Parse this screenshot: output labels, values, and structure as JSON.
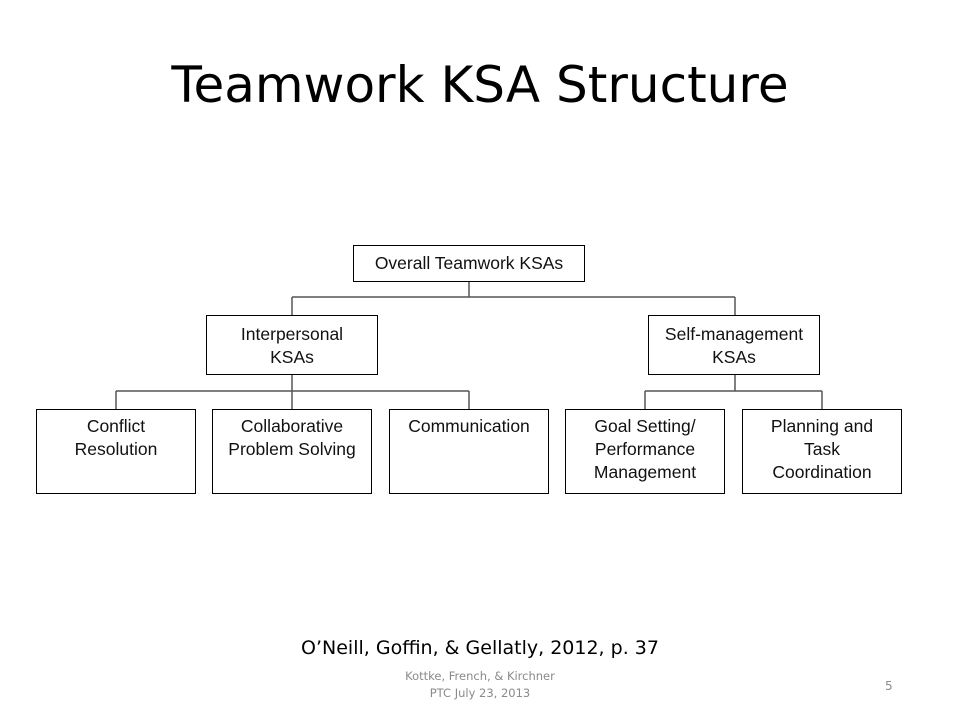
{
  "slide": {
    "title": "Teamwork KSA Structure",
    "citation": "O’Neill, Goffin, & Gellatly, 2012, p. 37",
    "footer_line1": "Kottke, French, & Kirchner",
    "footer_line2": "PTC July 23, 2013",
    "page_number": "5"
  },
  "diagram": {
    "root": {
      "line1": "Overall Teamwork KSAs"
    },
    "interpersonal": {
      "line1": "Interpersonal",
      "line2": "KSAs"
    },
    "self_management": {
      "line1": "Self-management",
      "line2": "KSAs"
    },
    "conflict": {
      "line1": "Conflict",
      "line2": "Resolution"
    },
    "collaborative": {
      "line1": "Collaborative",
      "line2": "Problem Solving"
    },
    "communication": {
      "line1": "Communication"
    },
    "goal_setting": {
      "line1": "Goal Setting/",
      "line2": "Performance",
      "line3": "Management"
    },
    "planning": {
      "line1": "Planning and",
      "line2": "Task",
      "line3": "Coordination"
    }
  }
}
